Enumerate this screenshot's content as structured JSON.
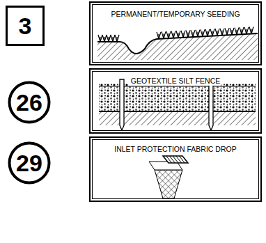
{
  "diagram": {
    "nodes": [
      {
        "text": [
          "3"
        ]
      },
      {
        "text": [
          "PERMANENT/TEMPORARY SEEDING"
        ]
      },
      {
        "text": [
          "26"
        ]
      },
      {
        "text": [
          "GEOTEXTILE SILT FENCE"
        ]
      },
      {
        "text": [
          "29"
        ]
      },
      {
        "text": [
          "INLET PROTECTION FABRIC DROP"
        ]
      }
    ]
  }
}
